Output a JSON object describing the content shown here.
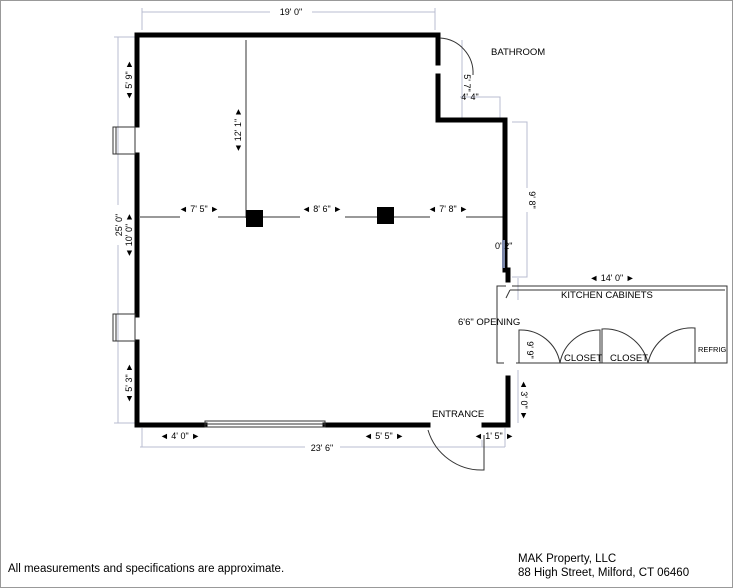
{
  "rooms": {
    "bathroom": "BATHROOM",
    "kitchen_cabinets": "KITCHEN CABINETS",
    "opening": "6'6\" OPENING",
    "closet_1": "CLOSET",
    "closet_2": "CLOSET",
    "refrig": "REFRIG",
    "entrance": "ENTRANCE"
  },
  "dimensions": {
    "top_width": "19' 0\"",
    "left_total": "25' 0\"",
    "left_top": "◄ 5' 9\" ►",
    "left_mid": "◄ 10' 0\" ►",
    "left_bottom": "◄ 5' 3\" ►",
    "center_vertical": "◄ 12' 1\" ►",
    "span_1": "◄ 7' 5\" ►",
    "span_2": "◄ 8' 6\" ►",
    "span_3": "◄ 7' 8\" ►",
    "bath_vertical": "5' 7\"",
    "bath_width": "4' 4\"",
    "right_vertical": "9' 8\"",
    "small_gap": "0' 2\"",
    "kitchen_width": "◄ 14' 0\" ►",
    "kitchen_depth": "9' 9\"",
    "entrance_side": "◄ 3' 0\" ►",
    "bottom_left": "◄ 4' 0\" ►",
    "bottom_mid": "◄ 5' 5\" ►",
    "bottom_right": "◄ 1' 5\" ►",
    "bottom_total": "23' 6\""
  },
  "footer": {
    "disclaimer": "All measurements and specifications are approximate.",
    "company": "MAK Property, LLC",
    "address": "88 High Street, Milford, CT  06460"
  }
}
